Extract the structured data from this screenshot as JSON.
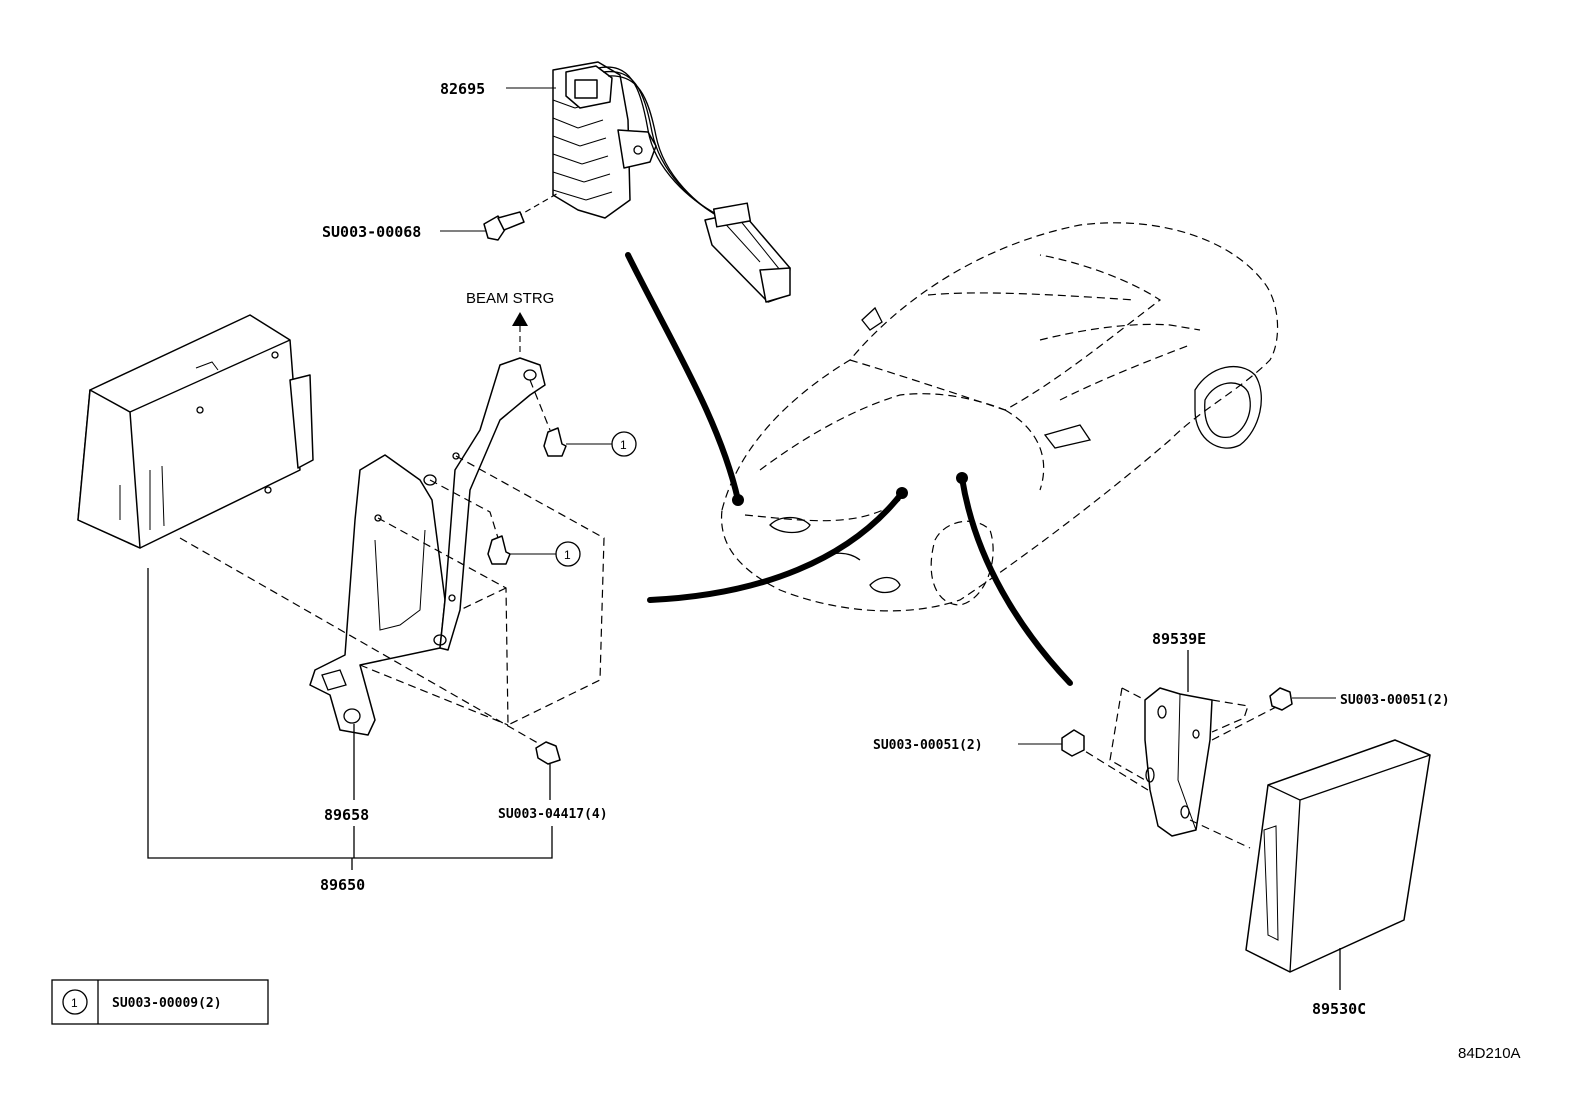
{
  "callouts": {
    "relay_82695": "82695",
    "screw_top": "SU003-00068",
    "beam_strg": "BEAM STRG",
    "bracket_89658": "89658",
    "bolt_04417": "SU003-04417(4)",
    "assembly_89650": "89650",
    "bracket_89539e": "89539E",
    "nut_right": "SU003-00051(2)",
    "nut_left": "SU003-00051(2)",
    "ecu_89530c": "89530C"
  },
  "ref_markers": {
    "marker_a": "1",
    "marker_b": "1"
  },
  "legend": {
    "marker": "1",
    "part": "SU003-00009(2)"
  },
  "diagram_code": "84D210A"
}
